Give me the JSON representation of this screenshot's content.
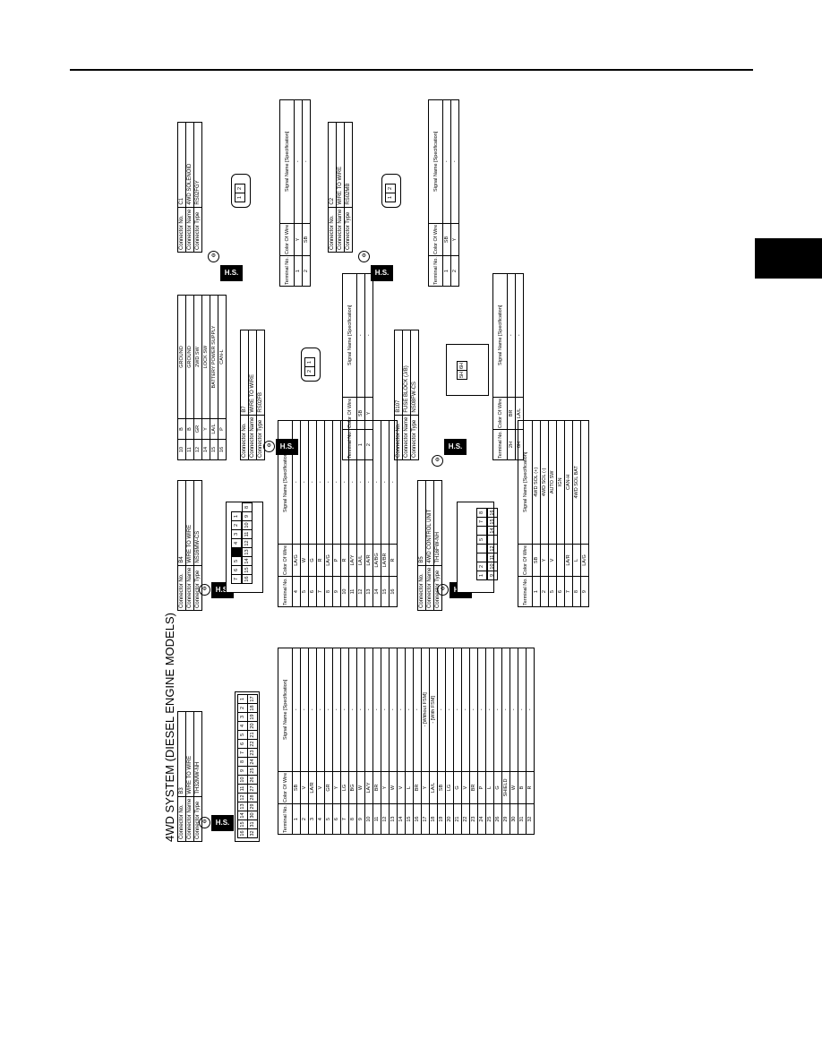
{
  "page": {
    "title": "4WD SYSTEM (DIESEL ENGINE MODELS)"
  },
  "labels": {
    "connector_no": "Connector No.",
    "connector_name": "Connector Name",
    "connector_type": "Connector Type",
    "terminal_no": "Terminal No.",
    "color_of_wire": "Color Of Wire",
    "signal_name": "Signal Name [Specification]",
    "hs": "H.S."
  },
  "b3": {
    "no": "B3",
    "name": "WIRE TO WIRE",
    "type": "TH32MW-NH",
    "pin_top": [
      "16",
      "15",
      "14",
      "13",
      "12",
      "11",
      "10",
      "9",
      "8",
      "7",
      "6",
      "5",
      "4",
      "3",
      "2",
      "1"
    ],
    "pin_bottom": [
      "32",
      "31",
      "30",
      "29",
      "28",
      "27",
      "26",
      "25",
      "24",
      "23",
      "22",
      "21",
      "20",
      "19",
      "18",
      "17"
    ],
    "rows": [
      [
        "1",
        "SB",
        "-"
      ],
      [
        "2",
        "V",
        "-"
      ],
      [
        "3",
        "LA/R",
        "-"
      ],
      [
        "4",
        "V",
        "-"
      ],
      [
        "5",
        "GR",
        "-"
      ],
      [
        "6",
        "Y",
        "-"
      ],
      [
        "7",
        "LG",
        "-"
      ],
      [
        "8",
        "BG",
        "-"
      ],
      [
        "9",
        "W",
        "-"
      ],
      [
        "10",
        "LA/Y",
        "-"
      ],
      [
        "11",
        "BR",
        "-"
      ],
      [
        "12",
        "Y",
        "-"
      ],
      [
        "13",
        "W",
        "-"
      ],
      [
        "14",
        "V",
        "-"
      ],
      [
        "15",
        "L",
        "-"
      ],
      [
        "16",
        "BR",
        "-"
      ],
      [
        "17",
        "Y",
        "- [Without FSM]"
      ],
      [
        "18",
        "LA/L",
        "- [With FSM]"
      ],
      [
        "19",
        "SB",
        "-"
      ],
      [
        "20",
        "LG",
        "-"
      ],
      [
        "21",
        "G",
        "-"
      ],
      [
        "22",
        "V",
        "-"
      ],
      [
        "23",
        "BR",
        "-"
      ],
      [
        "24",
        "P",
        "-"
      ],
      [
        "25",
        "L",
        "-"
      ],
      [
        "26",
        "G",
        "-"
      ],
      [
        "29",
        "SHIELD",
        "-"
      ],
      [
        "30",
        "W",
        "-"
      ],
      [
        "31",
        "B",
        "-"
      ],
      [
        "32",
        "R",
        "-"
      ]
    ]
  },
  "b4": {
    "no": "B4",
    "name": "WIRE TO WIRE",
    "type": "NS16MW-CS",
    "pin_top": [
      "7",
      "6",
      "5",
      "■",
      "4",
      "3",
      "2",
      "1"
    ],
    "pin_bottom": [
      "16",
      "15",
      "14",
      "13",
      "12",
      "11",
      "10",
      "9",
      "8"
    ],
    "rows": [
      [
        "4",
        "LA/G",
        "-"
      ],
      [
        "5",
        "W",
        "-"
      ],
      [
        "6",
        "G",
        "-"
      ],
      [
        "7",
        "R",
        "-"
      ],
      [
        "8",
        "LA/G",
        "-"
      ],
      [
        "9",
        "P",
        "-"
      ],
      [
        "10",
        "R",
        "-"
      ],
      [
        "11",
        "LA/Y",
        "-"
      ],
      [
        "12",
        "LA/L",
        "-"
      ],
      [
        "13",
        "LA/R",
        "-"
      ],
      [
        "14",
        "LA/BG",
        "-"
      ],
      [
        "15",
        "LA/BR",
        "-"
      ],
      [
        "16",
        "R",
        "-"
      ]
    ]
  },
  "b5": {
    "no": "B5",
    "name": "4WD CONTROL UNIT",
    "type": "TH16FW-NH",
    "pin_top": [
      "1",
      "2",
      "",
      "",
      "5",
      "",
      "7",
      "8"
    ],
    "pin_bottom": [
      "9",
      "10",
      "11",
      "12",
      "",
      "14",
      "15",
      "16"
    ],
    "rows": [
      [
        "1",
        "SB",
        "4WD SOL (+)"
      ],
      [
        "2",
        "Y",
        "4WD SOL (-)"
      ],
      [
        "5",
        "V",
        "AUTO SW"
      ],
      [
        "6",
        "",
        "IGN"
      ],
      [
        "7",
        "LA/R",
        "CAN-H"
      ],
      [
        "8",
        "L",
        "4WD SOL BAT"
      ],
      [
        "9",
        "LA/G",
        ""
      ]
    ]
  },
  "b_cont": {
    "rows": [
      [
        "10",
        "B",
        "GROUND"
      ],
      [
        "11",
        "B",
        "GROUND"
      ],
      [
        "12",
        "GR",
        "2WD SW"
      ],
      [
        "14",
        "Y",
        "LOCK SW"
      ],
      [
        "15",
        "LA/L",
        "BATTERY POWER SUPPLY"
      ],
      [
        "16",
        "P",
        "CAN-L"
      ]
    ]
  },
  "b7": {
    "no": "B7",
    "name": "WIRE TO WIRE",
    "type": "RS02FB",
    "pins": [
      "2",
      "1"
    ],
    "rows": [
      [
        "1",
        "SB",
        "-"
      ],
      [
        "2",
        "Y",
        "-"
      ]
    ]
  },
  "b107": {
    "no": "B107",
    "name": "FUSE BLOCK (J/B)",
    "type": "NS08FW-CS",
    "pins": [
      "5H",
      "6H"
    ],
    "rows": [
      [
        "2H",
        "BR",
        "-"
      ],
      [
        "6H",
        "LA/L",
        "-"
      ]
    ]
  },
  "c1": {
    "no": "C1",
    "name": "4WD SOLENOID",
    "type": "RS02FGY",
    "pins": [
      "1",
      "2"
    ],
    "rows": [
      [
        "1",
        "Y",
        "-"
      ],
      [
        "2",
        "SB",
        "-"
      ]
    ]
  },
  "c2": {
    "no": "C2",
    "name": "WIRE TO WIRE",
    "type": "RS02MB",
    "pins": [
      "1",
      "2"
    ],
    "rows": [
      [
        "1",
        "SB",
        "-"
      ],
      [
        "2",
        "Y",
        "-"
      ]
    ]
  }
}
